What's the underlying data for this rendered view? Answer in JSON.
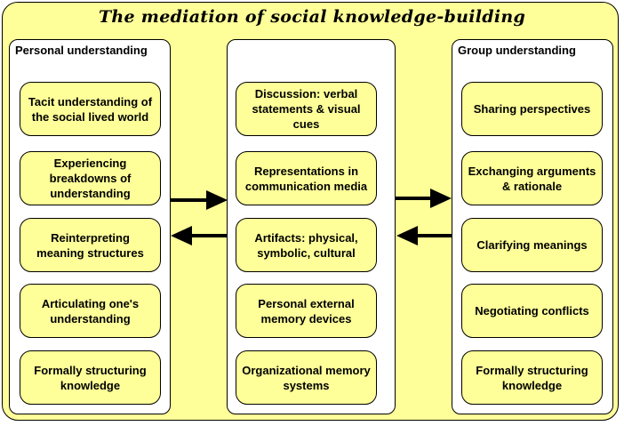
{
  "title": "The mediation of social knowledge-building",
  "colors": {
    "background": "#ffff99",
    "panel": "#ffffff",
    "stroke": "#000000"
  },
  "left": {
    "label": "Personal understanding",
    "items": [
      "Tacit understanding of the social lived world",
      "Experiencing breakdowns of understanding",
      "Reinterpreting meaning structures",
      "Articulating one's understanding",
      "Formally structuring knowledge"
    ]
  },
  "middle": {
    "items": [
      "Discussion: verbal statements & visual cues",
      "Representations in communication media",
      "Artifacts: physical, symbolic, cultural",
      "Personal external memory devices",
      "Organizational memory systems"
    ]
  },
  "right": {
    "label": "Group understanding",
    "items": [
      "Sharing perspectives",
      "Exchanging arguments & rationale",
      "Clarifying meanings",
      "Negotiating conflicts",
      "Formally structuring knowledge"
    ]
  },
  "arrows": [
    {
      "name": "left-to-middle-arrow",
      "direction": "right"
    },
    {
      "name": "middle-to-left-arrow",
      "direction": "left"
    },
    {
      "name": "middle-to-right-arrow",
      "direction": "right"
    },
    {
      "name": "right-to-middle-arrow",
      "direction": "left"
    }
  ]
}
